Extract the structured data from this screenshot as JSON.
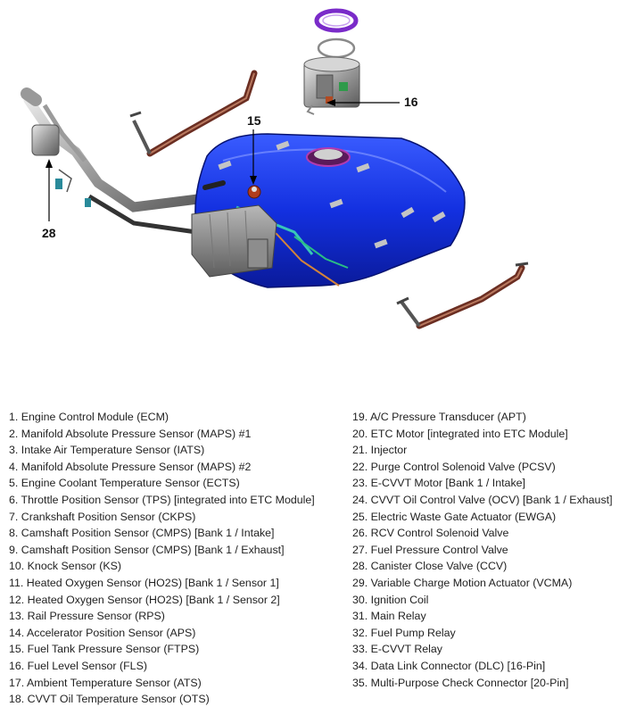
{
  "callouts": {
    "c15": "15",
    "c16": "16",
    "c28": "28"
  },
  "legend": {
    "left": [
      "1. Engine Control Module (ECM)",
      "2. Manifold Absolute Pressure Sensor (MAPS) #1",
      "3. Intake Air Temperature Sensor (IATS)",
      "4. Manifold Absolute Pressure Sensor (MAPS) #2",
      "5. Engine Coolant Temperature Sensor (ECTS)",
      "6. Throttle Position Sensor (TPS) [integrated into ETC Module]",
      "7. Crankshaft Position Sensor (CKPS)",
      "8. Camshaft Position Sensor (CMPS) [Bank 1 / Intake]",
      "9. Camshaft Position Sensor (CMPS) [Bank 1 / Exhaust]",
      "10. Knock Sensor (KS)",
      "11. Heated Oxygen Sensor (HO2S) [Bank 1 / Sensor 1]",
      "12. Heated Oxygen Sensor (HO2S) [Bank 1 / Sensor 2]",
      "13. Rail Pressure Sensor (RPS)",
      "14. Accelerator Position Sensor (APS)",
      "15. Fuel Tank Pressure Sensor (FTPS)",
      "16. Fuel Level Sensor (FLS)",
      "17. Ambient Temperature Sensor (ATS)",
      "18. CVVT Oil Temperature Sensor (OTS)"
    ],
    "right": [
      "19. A/C Pressure Transducer (APT)",
      "20. ETC Motor [integrated into ETC Module]",
      "21. Injector",
      "22. Purge Control Solenoid Valve (PCSV)",
      "23. E-CVVT Motor [Bank 1 / Intake]",
      "24. CVVT Oil Control Valve (OCV) [Bank 1 / Exhaust]",
      "25. Electric Waste Gate Actuator (EWGA)",
      "26. RCV Control Solenoid Valve",
      "27. Fuel Pressure Control Valve",
      "28. Canister Close Valve (CCV)",
      "29. Variable Charge Motion Actuator (VCMA)",
      "30. Ignition Coil",
      "31. Main Relay",
      "32. Fuel Pump Relay",
      "33. E-CVVT Relay",
      "34. Data Link Connector (DLC) [16-Pin]",
      "35. Multi-Purpose Check Connector [20-Pin]"
    ]
  }
}
